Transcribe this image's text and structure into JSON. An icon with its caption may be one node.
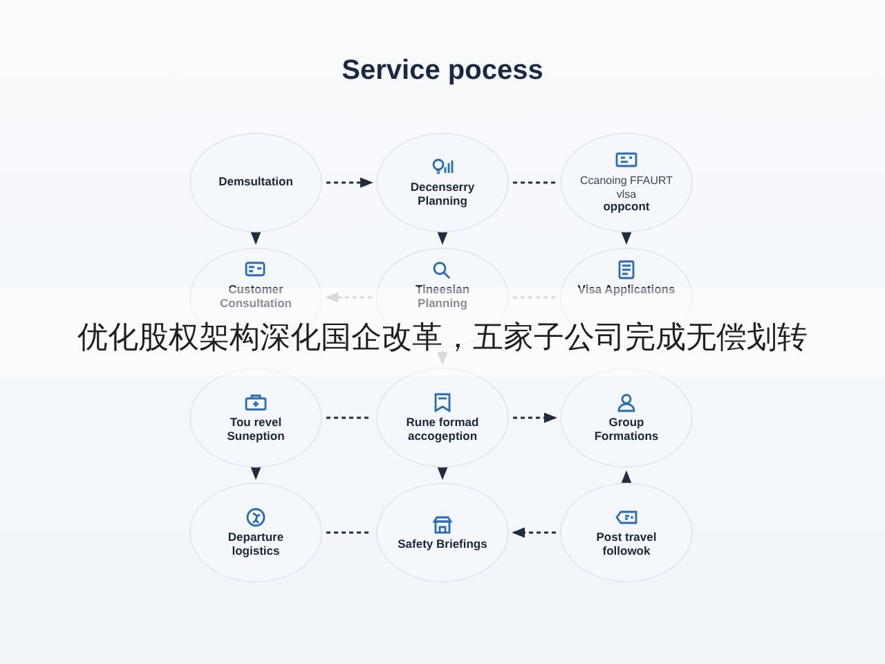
{
  "diagram": {
    "title": "Service pocess",
    "nodes": [
      {
        "text": [
          "Demsultation"
        ]
      },
      {
        "text": [
          "Decenserry Planning"
        ]
      },
      {
        "text": [
          "Ccanoing FFAURT vlsa",
          "oppcont"
        ]
      },
      {
        "text": [
          "Customer Consultation"
        ]
      },
      {
        "text": [
          "Tineesian Planning"
        ]
      },
      {
        "text": [
          "Visa Applications"
        ]
      },
      {
        "text": [
          "Tou revel Suneption"
        ]
      },
      {
        "text": [
          "Rune formad accogeption"
        ]
      },
      {
        "text": [
          "Group Formations"
        ]
      },
      {
        "text": [
          "Departure logistics"
        ]
      },
      {
        "text": [
          "Safety Briefings"
        ]
      },
      {
        "text": [
          "Post travel followok"
        ]
      }
    ],
    "edges": [
      {
        "from": 0,
        "to": 1,
        "arrow": "to",
        "style": "dashed"
      },
      {
        "from": 1,
        "to": 2,
        "arrow": "none",
        "style": "dashed"
      },
      {
        "from": 0,
        "to": 3,
        "arrow": "to",
        "style": "dashed"
      },
      {
        "from": 1,
        "to": 4,
        "arrow": "to",
        "style": "dashed"
      },
      {
        "from": 2,
        "to": 5,
        "arrow": "to",
        "style": "dashed"
      },
      {
        "from": 4,
        "to": 3,
        "arrow": "to",
        "style": "dashed",
        "color": "#aab4c0"
      },
      {
        "from": 4,
        "to": 5,
        "arrow": "none",
        "style": "dashed",
        "color": "#aab4c0"
      },
      {
        "from": 4,
        "to": 7,
        "arrow": "to",
        "style": "dashed",
        "color": "#aab4c0"
      },
      {
        "from": 6,
        "to": 7,
        "arrow": "none",
        "style": "dashed"
      },
      {
        "from": 7,
        "to": 8,
        "arrow": "to",
        "style": "dashed"
      },
      {
        "from": 6,
        "to": 9,
        "arrow": "to",
        "style": "dashed"
      },
      {
        "from": 7,
        "to": 10,
        "arrow": "to",
        "style": "dashed"
      },
      {
        "from": 11,
        "to": 8,
        "arrow": "to",
        "style": "dashed"
      },
      {
        "from": 9,
        "to": 10,
        "arrow": "none",
        "style": "dashed"
      },
      {
        "from": 11,
        "to": 10,
        "arrow": "to",
        "style": "dashed"
      }
    ],
    "labels": [
      "优化股权架构深化国企改革，五家子公司完成无偿划转"
    ]
  }
}
